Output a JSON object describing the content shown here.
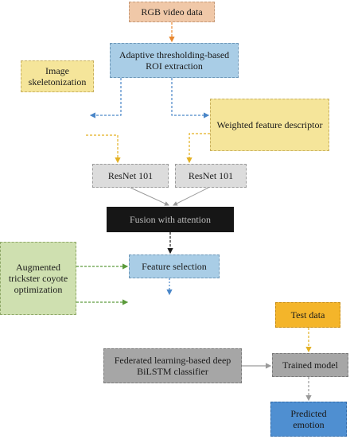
{
  "nodes": {
    "rgb": "RGB video data",
    "roi": "Adaptive thresholding-based ROI extraction",
    "skeleton": "Image skeletonization",
    "weighted": "Weighted feature descriptor",
    "resnet_left": "ResNet 101",
    "resnet_right": "ResNet 101",
    "fusion": "Fusion with attention",
    "atco": "Augmented trickster coyote optimization",
    "feature_selection": "Feature selection",
    "test": "Test data",
    "federated": "Federated learning-based deep BiLSTM classifier",
    "trained": "Trained model",
    "predicted": "Predicted emotion"
  },
  "colors": {
    "orange_arrow": "#e8872e",
    "blue_arrow": "#4a86c8",
    "yellow_arrow": "#e3b023",
    "gray_arrow": "#9a9a9a",
    "green_arrow": "#5a9a3a",
    "black_arrow": "#1a1a1a"
  }
}
